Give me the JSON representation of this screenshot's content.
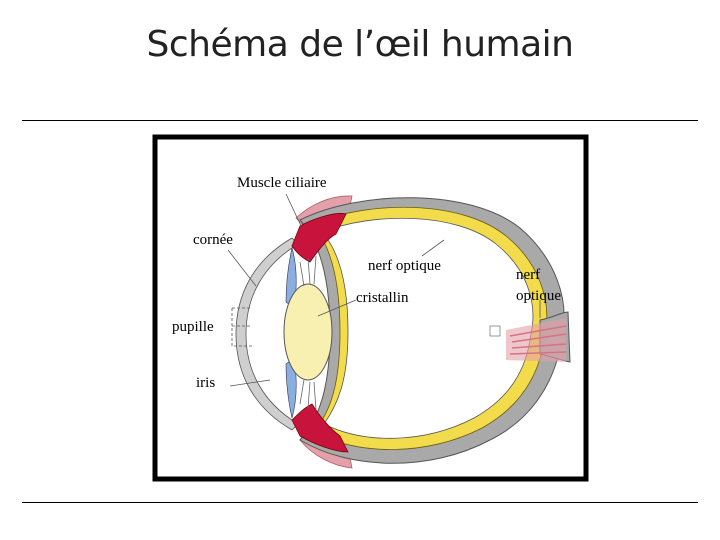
{
  "title": "Schéma de l’œil humain",
  "labels": {
    "muscle_ciliaire": "Muscle ciliaire",
    "cornee": "cornée",
    "nerf_optique_inner": "nerf optique",
    "cristallin": "cristallin",
    "pupille": "pupille",
    "iris": "iris",
    "nerf_optique_outer_1": "nerf",
    "nerf_optique_outer_2": "optique"
  },
  "colors": {
    "sclera": "#a9a9a9",
    "retina": "#f2dc4c",
    "lens": "#f8f0b0",
    "ciliary_muscle": "#c8143c",
    "iris": "#8aaee0",
    "muscle_pink": "#e4a0a8",
    "frame": "#000000"
  }
}
